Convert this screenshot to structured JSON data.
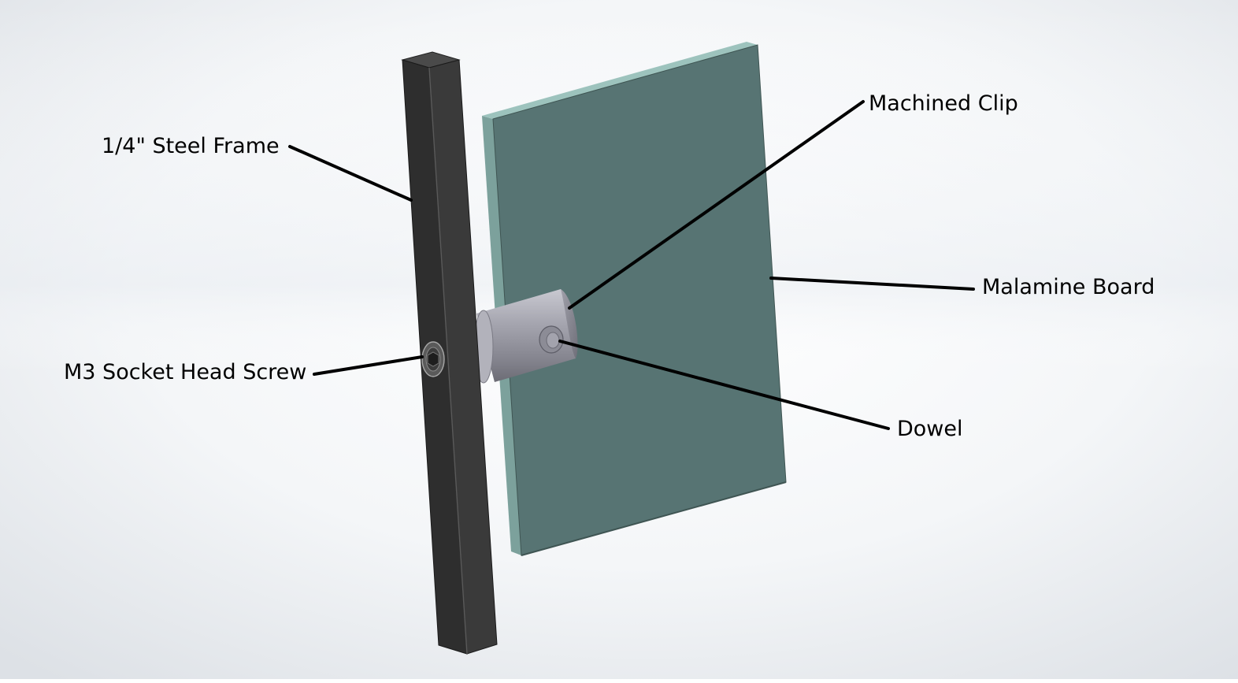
{
  "diagram": {
    "labels": {
      "steel_frame": "1/4\" Steel Frame",
      "machined_clip": "Machined Clip",
      "malamine_board": "Malamine Board",
      "socket_screw": "M3 Socket Head Screw",
      "dowel": "Dowel"
    },
    "colors": {
      "board_face": "#577473",
      "board_edge": "#8fb5b0",
      "board_side": "#6e908c",
      "frame_front": "#333333",
      "frame_side": "#232323",
      "frame_top": "#474747",
      "clip_metal": "#9a9aa4",
      "leader_line": "#000000",
      "background_shade": "#dfe3e8"
    }
  }
}
